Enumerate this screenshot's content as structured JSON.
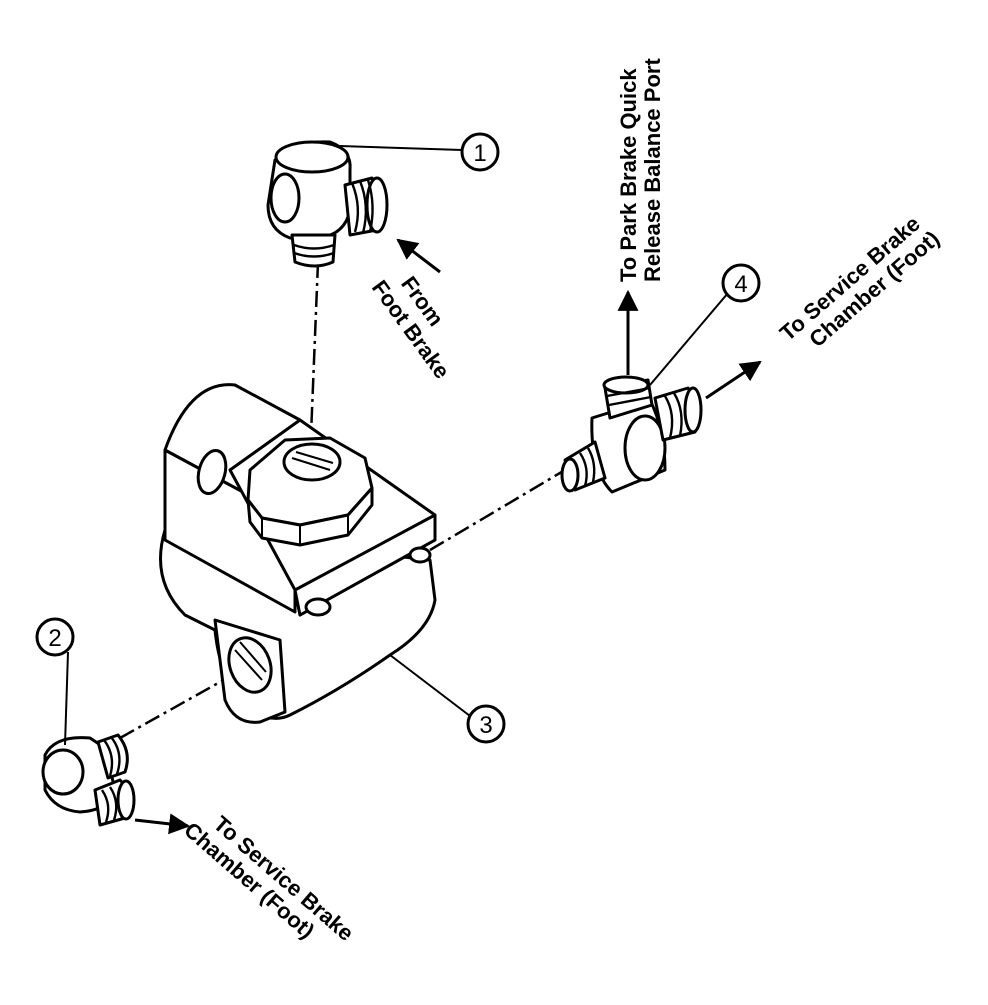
{
  "callouts": [
    {
      "number": "1"
    },
    {
      "number": "2"
    },
    {
      "number": "3"
    },
    {
      "number": "4"
    }
  ],
  "labels": {
    "from_foot_brake": [
      "From",
      "Foot Brake"
    ],
    "to_park_brake": [
      "To Park Brake Quick",
      "Release Balance Port"
    ],
    "to_service_brake_right": [
      "To Service Brake",
      "Chamber (Foot)"
    ],
    "to_service_brake_left": [
      "To Service Brake",
      "Chamber (Foot)"
    ]
  }
}
